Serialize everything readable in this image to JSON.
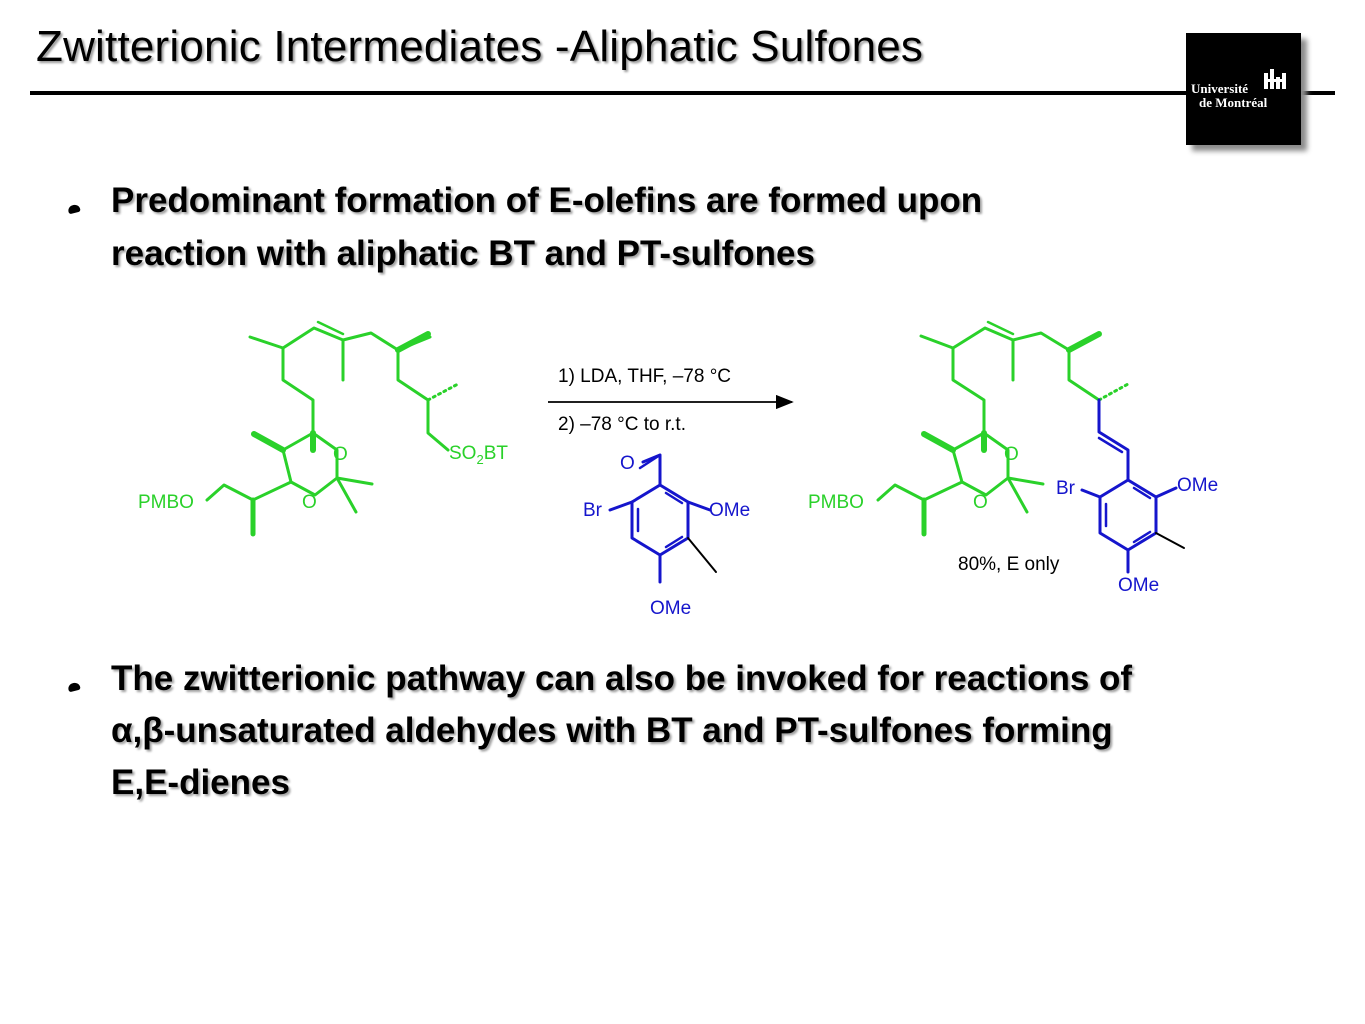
{
  "slide": {
    "title": "Zwitterionic Intermediates -Aliphatic Sulfones",
    "logo": {
      "line1": "Université",
      "line2": "de Montréal"
    },
    "bullets": [
      {
        "line1": "Predominant formation of E-olefins are formed upon",
        "line2": "reaction with aliphatic BT and PT-sulfones"
      },
      {
        "line1": "The zwitterionic pathway can also be invoked for reactions of",
        "line2": "α,β-unsaturated aldehydes with BT and PT-sulfones forming",
        "line3": "E,E-dienes"
      }
    ]
  },
  "scheme": {
    "reactant": {
      "pmbo": "PMBO",
      "o_top": "O",
      "o_bottom": "O",
      "so2bt_pre": "SO",
      "so2bt_sub": "2",
      "so2bt_post": "BT"
    },
    "conditions": {
      "step1": "1) LDA, THF, –78 °C",
      "step2": "2) –78 °C to r.t."
    },
    "aldehyde": {
      "o": "O",
      "br": "Br",
      "ome_side": "OMe",
      "ome_bottom": "OMe"
    },
    "product": {
      "pmbo": "PMBO",
      "o_top": "O",
      "o_bottom": "O",
      "br": "Br",
      "ome_side": "OMe",
      "ome_bottom": "OMe",
      "yield": "80%, E only"
    }
  },
  "colors": {
    "substrate": "#2ad12a",
    "reagent": "#1515cc",
    "text": "#000000"
  }
}
